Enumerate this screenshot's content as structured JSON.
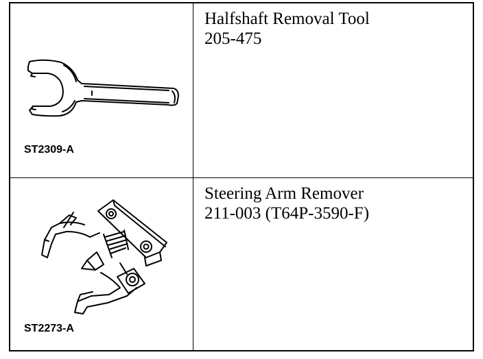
{
  "tools": [
    {
      "name": "Halfshaft Removal Tool",
      "part_number": "205-475",
      "illustration_code": "ST2309-A",
      "icon": "halfshaft-wrench-icon"
    },
    {
      "name": "Steering Arm Remover",
      "part_number": "211-003 (T64P-3590-F)",
      "illustration_code": "ST2273-A",
      "icon": "steering-arm-puller-icon"
    }
  ],
  "colors": {
    "line": "#000000",
    "background": "#ffffff"
  }
}
